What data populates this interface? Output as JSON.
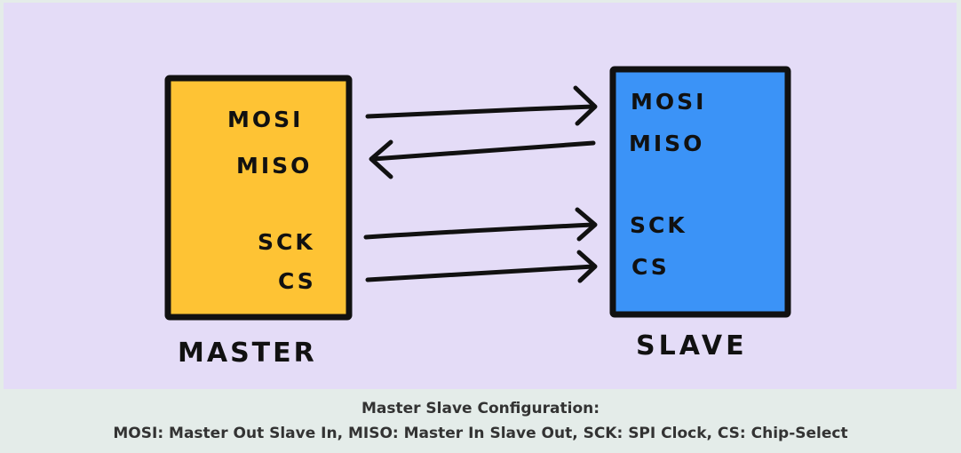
{
  "diagram": {
    "master": {
      "title": "MASTER",
      "pins": [
        "MOSI",
        "MISO",
        "SCK",
        "CS"
      ],
      "fill": "#fec334"
    },
    "slave": {
      "title": "SLAVE",
      "pins": [
        "MOSI",
        "MISO",
        "SCK",
        "CS"
      ],
      "fill": "#3b93f7"
    },
    "background": "#e4dcf7"
  },
  "caption": {
    "line1": "Master Slave Configuration:",
    "line2": "MOSI: Master Out Slave In, MISO: Master In Slave Out, SCK: SPI Clock, CS: Chip-Select"
  }
}
